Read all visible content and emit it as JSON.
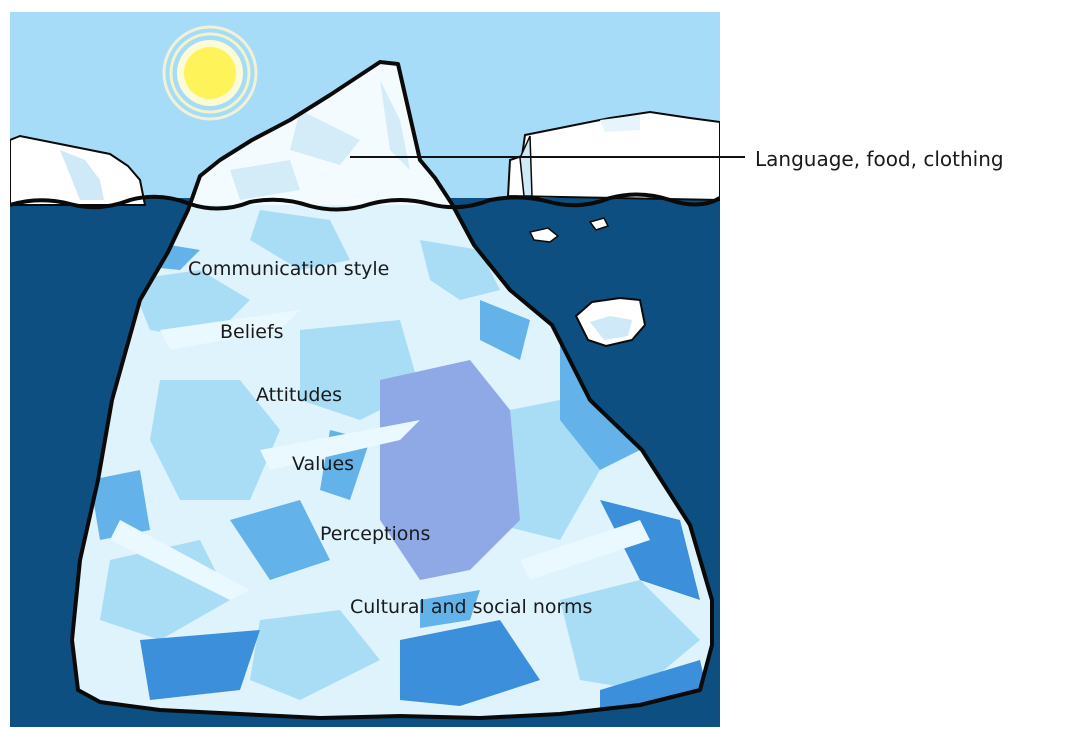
{
  "colors": {
    "sky": "#a6dcf7",
    "sea": "#0d4f80",
    "ice_white": "#ffffff",
    "ice_light": "#dff3fc",
    "ice_mid": "#a9dcf5",
    "ice_blue": "#63b2ea",
    "ice_deep": "#3b8fdb",
    "outline": "#0a0a0a",
    "sun": "#fff35a",
    "sun_ring": "#f4f4c2"
  },
  "icons": {
    "sun": "sun-icon"
  },
  "above_water": {
    "label": "Language, food, clothing"
  },
  "below_water": {
    "labels": [
      "Communication style",
      "Beliefs",
      "Attitudes",
      "Values",
      "Perceptions",
      "Cultural and social norms"
    ]
  }
}
